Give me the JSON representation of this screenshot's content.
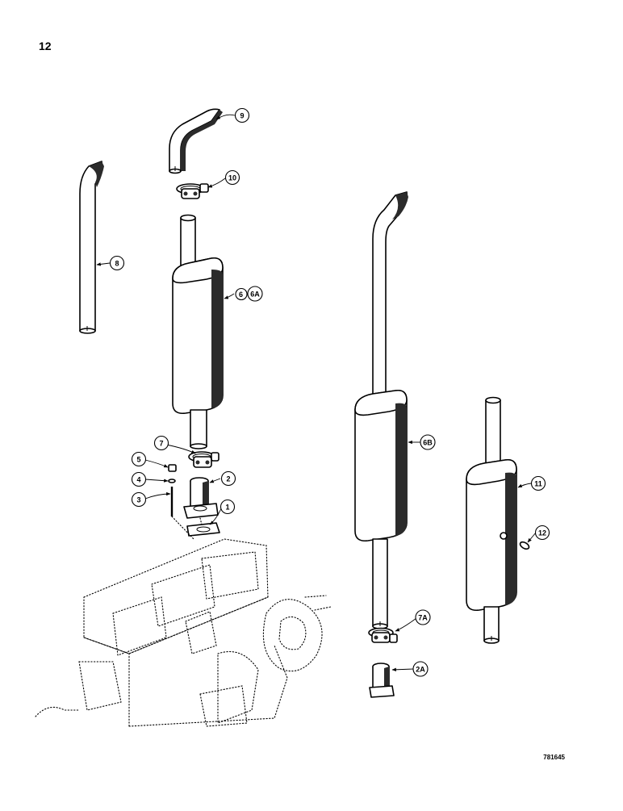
{
  "page": {
    "number": "12",
    "figure_id": "781645"
  },
  "callouts": {
    "c1": "1",
    "c2": "2",
    "c2a": "2A",
    "c3": "3",
    "c4": "4",
    "c5": "5",
    "c6": "6",
    "c6a": "6A",
    "c6b": "6B",
    "c7": "7",
    "c7a": "7A",
    "c8": "8",
    "c9": "9",
    "c10": "10",
    "c11": "11",
    "c12": "12"
  }
}
